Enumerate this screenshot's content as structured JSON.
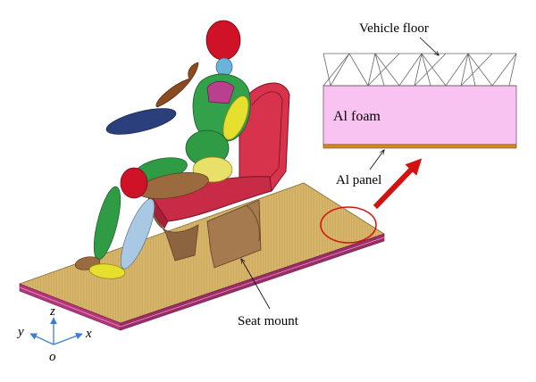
{
  "labels": {
    "vehicle_floor": "Vehicle floor",
    "al_foam": "Al foam",
    "al_panel": "Al panel",
    "seat_mount": "Seat mount"
  },
  "axes": {
    "x": "x",
    "y": "y",
    "z": "z",
    "origin": "o"
  },
  "colors": {
    "foam": "#f9c3f1",
    "platform_top": "#d6b56a",
    "platform_edge": "#b4357a",
    "seat": "#d8334d",
    "seat_mount": "#a57a4e",
    "arrow": "#d41111",
    "axis": "#3b7fd0"
  }
}
